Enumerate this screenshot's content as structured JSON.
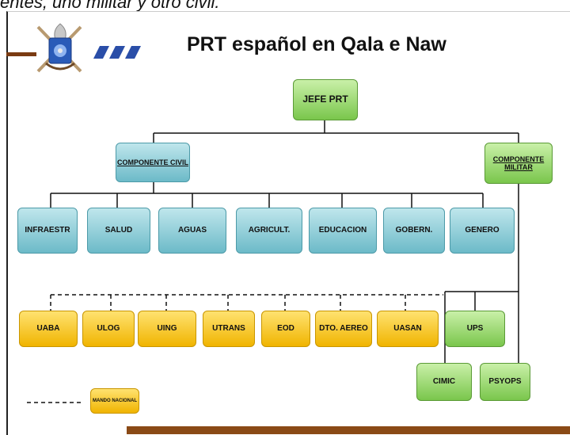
{
  "caption": "entes, uno militar y otro civil.",
  "title": "PRT español en Qala e Naw",
  "nodes": {
    "jefe": "JEFE PRT",
    "componente_civil": "COMPONENTE CIVIL",
    "componente_militar": "COMPONENTE MILITAR",
    "civil_units": [
      "INFRAESTR",
      "SALUD",
      "AGUAS",
      "AGRICULT.",
      "EDUCACION",
      "GOBERN.",
      "GENERO"
    ],
    "national_units": [
      "UABA",
      "ULOG",
      "UING",
      "UTRANS",
      "EOD",
      "DTO. AEREO",
      "UASAN"
    ],
    "military_units": [
      "UPS",
      "CIMIC",
      "PSYOPS"
    ]
  },
  "legend": {
    "label": "MANDO NACIONAL"
  },
  "colors": {
    "green": "#7ac64c",
    "teal": "#6cbac8",
    "gold": "#f0b400",
    "accent_bar": "#8a4a16"
  }
}
